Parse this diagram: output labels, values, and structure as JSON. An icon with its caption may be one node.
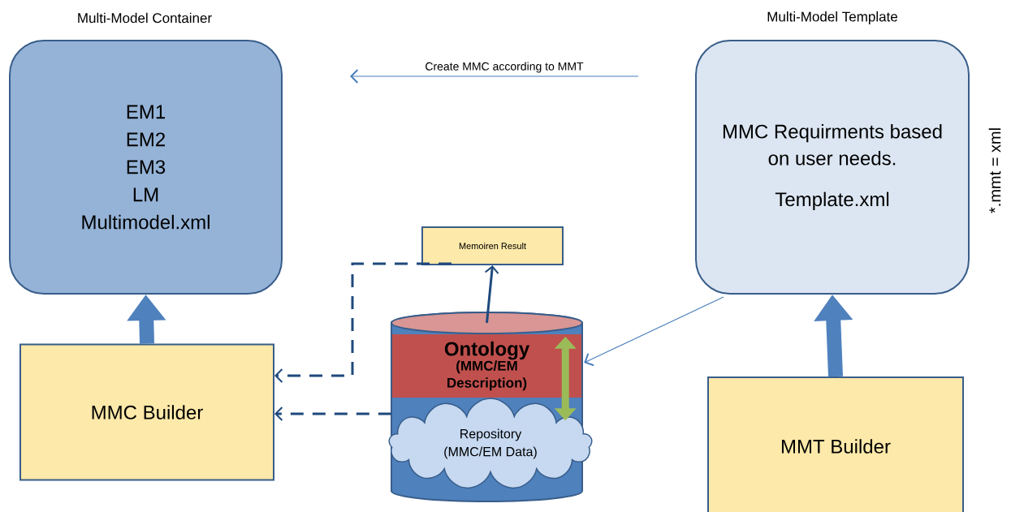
{
  "diagram": {
    "nodes": [
      {
        "text": [
          "Multi-Model Container",
          "EM1",
          "EM2",
          "EM3",
          "LM",
          "Multimodel.xml"
        ]
      },
      {
        "text": [
          "Multi-Model Template",
          "MMC Requirments based on user needs.",
          "Template.xml"
        ]
      },
      {
        "text": [
          "MMC Builder"
        ]
      },
      {
        "text": [
          "Memoiren Result"
        ]
      },
      {
        "text": [],
        "shape": "cylinder"
      },
      {
        "text": [
          "Ontology",
          "(MMC/EM Description)"
        ],
        "in": 4
      },
      {
        "text": [
          "Repository",
          "(MMC/EM Data)"
        ],
        "in": 4
      },
      {
        "text": [
          "MMT Builder"
        ]
      }
    ],
    "edges": [
      {
        "from": 1,
        "to": 0,
        "arrow": "to",
        "label": "Create MMC according to MMT",
        "color": "#4a7ebb"
      },
      {
        "from": 2,
        "to": 0,
        "arrow": "to",
        "style": "thick",
        "color": "#4f81bd"
      },
      {
        "from": 7,
        "to": 1,
        "arrow": "to",
        "style": "thick",
        "color": "#4f81bd"
      },
      {
        "from": 4,
        "to": 3,
        "arrow": "to"
      },
      {
        "from": 3,
        "to": 2,
        "arrow": "to",
        "style": "dashed"
      },
      {
        "from": 4,
        "to": 2,
        "arrow": "to",
        "style": "dashed"
      },
      {
        "from": 1,
        "to": 5,
        "arrow": "to",
        "color": "#4a7ebb"
      },
      {
        "from": 5,
        "to": 6,
        "arrow": "both",
        "style": "thick",
        "color": "#9bbb59"
      }
    ],
    "labels": [
      "*.mmt = xml"
    ]
  }
}
